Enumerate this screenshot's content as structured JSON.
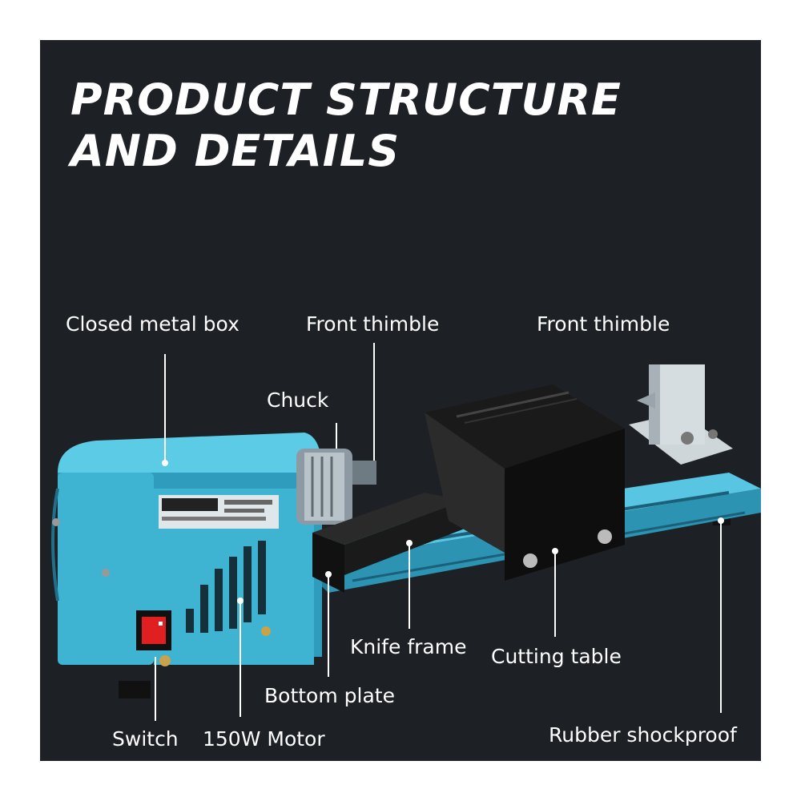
{
  "title": {
    "line1": "PRODUCT STRUCTURE",
    "line2": "AND DETAILS"
  },
  "labels": {
    "closed_metal_box": "Closed metal box",
    "front_thimble_left": "Front thimble",
    "front_thimble_right": "Front thimble",
    "chuck": "Chuck",
    "knife_frame": "Knife frame",
    "cutting_table": "Cutting table",
    "bottom_plate": "Bottom plate",
    "switch": "Switch",
    "motor": "150W Motor",
    "rubber_shockproof": "Rubber shockproof"
  },
  "colors": {
    "background": "#1d2024",
    "lathe_body": "#3fb3d2",
    "text": "#ffffff"
  }
}
